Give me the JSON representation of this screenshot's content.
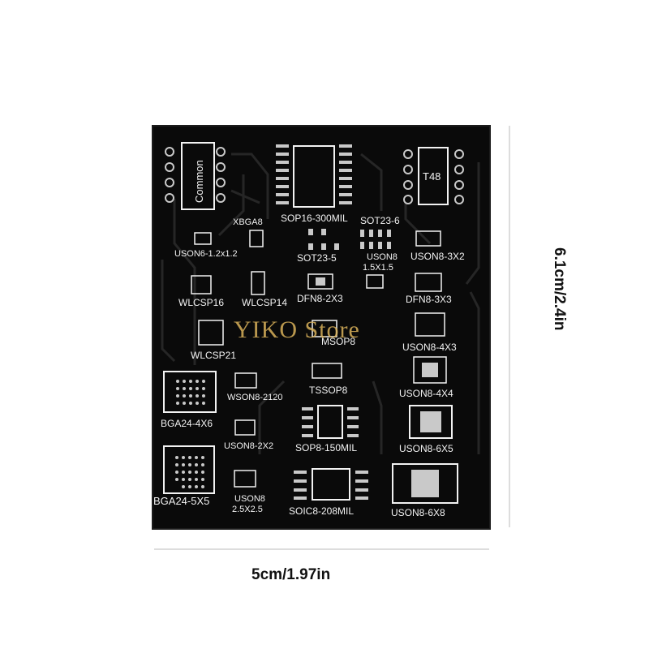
{
  "dimensions": {
    "width_label": "5cm/1.97in",
    "height_label": "6.1cm/2.4in"
  },
  "watermark": "YIKO Store",
  "labels": {
    "common": "Common",
    "t48": "T48",
    "xbga8": "XBGA8",
    "sop16": "SOP16-300MIL",
    "sot23_6": "SOT23-6",
    "uson6": "USON6-1.2x1.2",
    "sot23_5": "SOT23-5",
    "uson8_15_a": "USON8",
    "uson8_15_b": "1.5X1.5",
    "uson8_3x2": "USON8-3X2",
    "wlcsp16": "WLCSP16",
    "wlcsp14": "WLCSP14",
    "dfn8_2x3": "DFN8-2X3",
    "dfn8_3x3": "DFN8-3X3",
    "wlcsp21": "WLCSP21",
    "msop8": "MSOP8",
    "uson8_4x3": "USON8-4X3",
    "tssop8": "TSSOP8",
    "uson8_4x4": "USON8-4X4",
    "wson8": "WSON8-2120",
    "bga24_4x6": "BGA24-4X6",
    "sop8": "SOP8-150MIL",
    "uson8_6x5": "USON8-6X5",
    "uson8_2x2": "USON8-2X2",
    "bga24_5x5": "BGA24-5X5",
    "uson8_25_a": "USON8",
    "uson8_25_b": "2.5X2.5",
    "soic8": "SOIC8-208MIL",
    "uson8_6x8": "USON8-6X8"
  },
  "colors": {
    "board": "#0a0a0a",
    "silk": "#f2f2f2",
    "copper": "#c9c9c9",
    "trace": "#262626"
  }
}
